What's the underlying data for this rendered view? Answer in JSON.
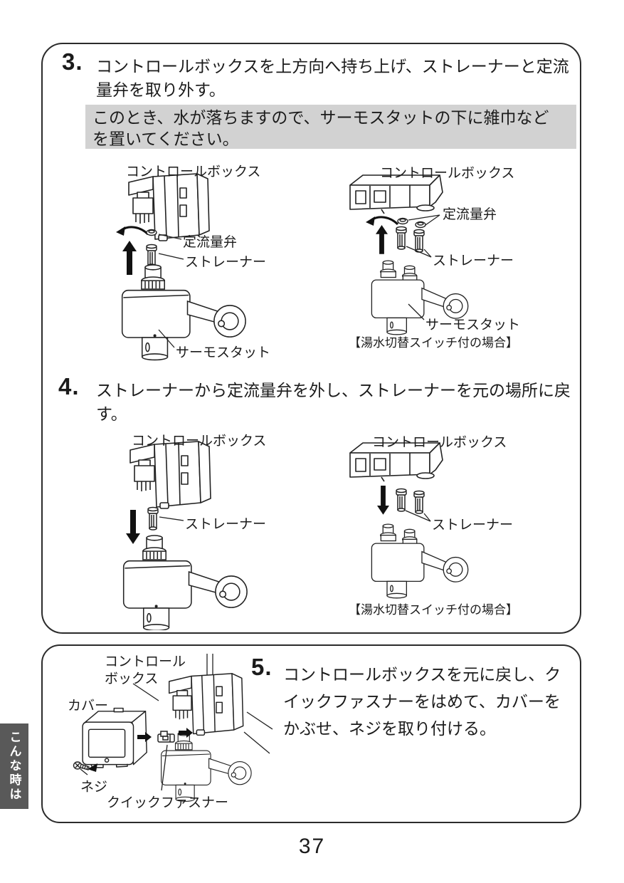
{
  "page": {
    "number": "37",
    "side_tab": "こんな時は"
  },
  "colors": {
    "note_bg": "#d2d2d2",
    "tab_bg": "#595959",
    "tab_text": "#ffffff",
    "line": "#222222"
  },
  "steps": {
    "s3": {
      "number": "3.",
      "text": "コントロールボックスを上方向へ持ち上げ、ストレーナーと定流量弁を取り外す。",
      "note": "このとき、水が落ちますので、サーモスタットの下に雑巾などを置いてください。"
    },
    "s4": {
      "number": "4.",
      "text": "ストレーナーから定流量弁を外し、ストレーナーを元の場所に戻す。"
    },
    "s5": {
      "number": "5.",
      "text": "コントロールボックスを元に戻し、クイックファスナーをはめて、カバーをかぶせ、ネジを取り付ける。"
    }
  },
  "diagrams": {
    "step3_standard": {
      "control_box": "コントロールボックス",
      "flow_valve": "定流量弁",
      "strainer": "ストレーナー",
      "thermostat": "サーモスタット"
    },
    "step3_switch": {
      "control_box": "コントロールボックス",
      "flow_valve": "定流量弁",
      "strainer": "ストレーナー",
      "thermostat": "サーモスタット",
      "caption": "【湯水切替スイッチ付の場合】"
    },
    "step4_standard": {
      "control_box": "コントロールボックス",
      "strainer": "ストレーナー"
    },
    "step4_switch": {
      "control_box": "コントロールボックス",
      "strainer": "ストレーナー",
      "caption": "【湯水切替スイッチ付の場合】"
    },
    "step5": {
      "control_box": "コントロール\nボックス",
      "cover": "カバー",
      "screw": "ネジ",
      "quick_fastener": "クイックファスナー"
    }
  }
}
